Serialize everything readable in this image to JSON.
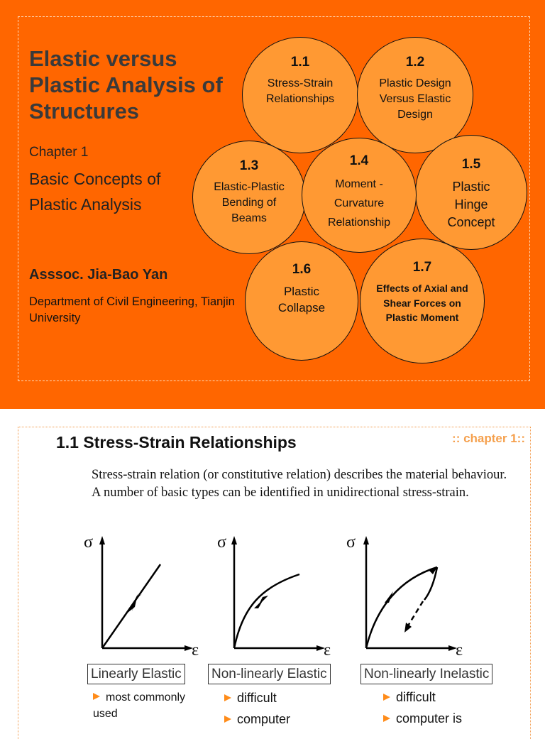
{
  "slide1": {
    "title": "Elastic versus Plastic Analysis of Structures",
    "chapter": "Chapter 1",
    "subtitle": "Basic Concepts of Plastic Analysis",
    "author": "Asssoc. Jia-Bao Yan",
    "department": "Department of Civil Engineering, Tianjin University",
    "topics": [
      {
        "num": "1.1",
        "label": "Stress-Strain Relationships"
      },
      {
        "num": "1.2",
        "label": "Plastic Design Versus Elastic Design"
      },
      {
        "num": "1.3",
        "label": "Elastic-Plastic Bending of Beams"
      },
      {
        "num": "1.4",
        "label": "Moment - Curvature Relationship"
      },
      {
        "num": "1.5",
        "label": "Plastic Hinge Concept"
      },
      {
        "num": "1.6",
        "label": "Plastic Collapse"
      },
      {
        "num": "1.7",
        "label": "Effects of Axial and Shear Forces on Plastic Moment"
      }
    ],
    "colors": {
      "background": "#FF6600",
      "circle_fill": "#FF9933"
    }
  },
  "slide2": {
    "tag": ":: chapter 1::",
    "heading": "1.1 Stress-Strain Relationships",
    "paragraph": "Stress-strain relation (or constitutive relation) describes the material behaviour. A number of basic types can be identified in unidirectional stress-strain.",
    "axis_y": "σ",
    "axis_x": "ε",
    "graphs": [
      {
        "label": "Linearly Elastic",
        "bullets": [
          "most commonly used"
        ]
      },
      {
        "label": "Non-linearly Elastic",
        "bullets": [
          "difficult",
          "computer"
        ]
      },
      {
        "label": "Non-linearly Inelastic",
        "bullets": [
          "difficult",
          "computer is"
        ]
      }
    ],
    "colors": {
      "tag": "#F5A04D",
      "bullet": "#FF8C1A",
      "frame": "#F39B4C"
    }
  }
}
